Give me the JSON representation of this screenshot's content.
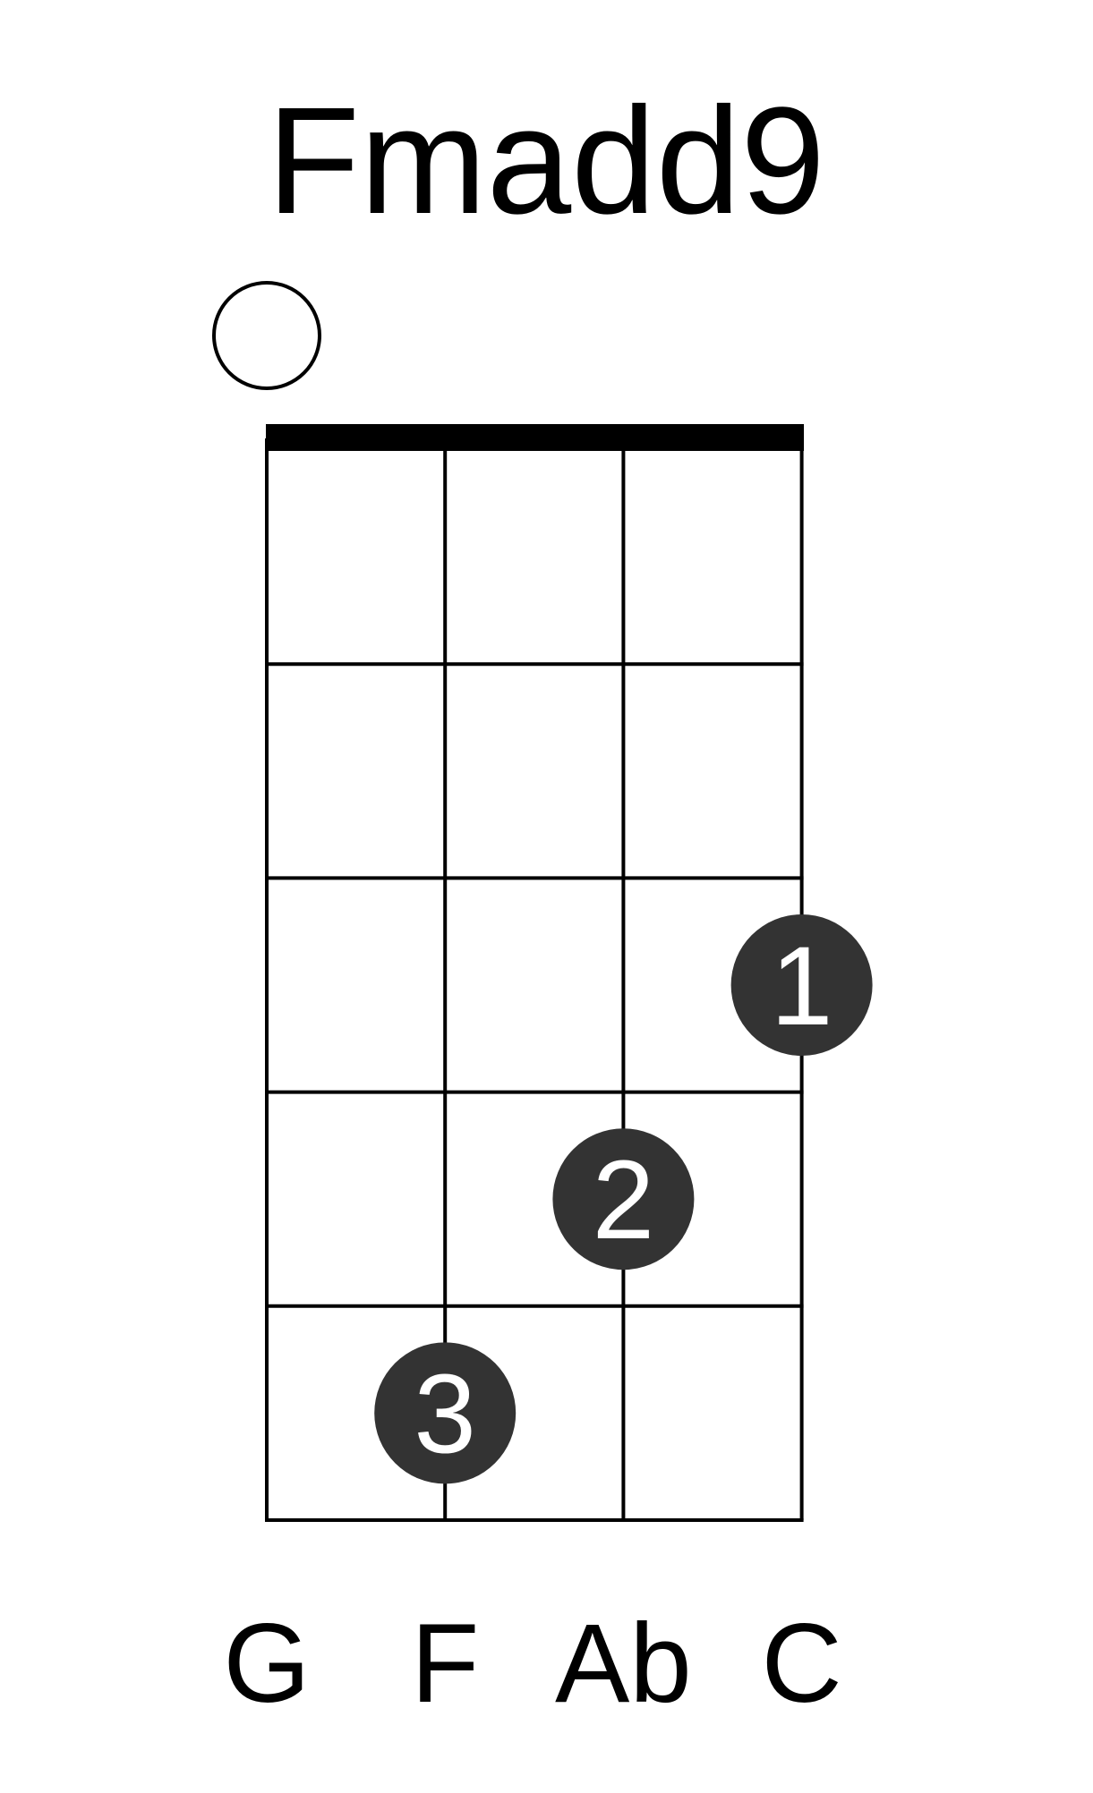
{
  "chord": {
    "name": "Fmadd9"
  },
  "diagram": {
    "string_count": 4,
    "fret_count": 5,
    "open_strings": [
      0
    ],
    "fingers": [
      {
        "string": 3,
        "fret": 3,
        "label": "1"
      },
      {
        "string": 2,
        "fret": 4,
        "label": "2"
      },
      {
        "string": 1,
        "fret": 5,
        "label": "3"
      }
    ],
    "string_notes": [
      "G",
      "F",
      "Ab",
      "C"
    ],
    "colors": {
      "ink": "#000000",
      "dot_fill": "#333333",
      "dot_text": "#ffffff"
    }
  }
}
